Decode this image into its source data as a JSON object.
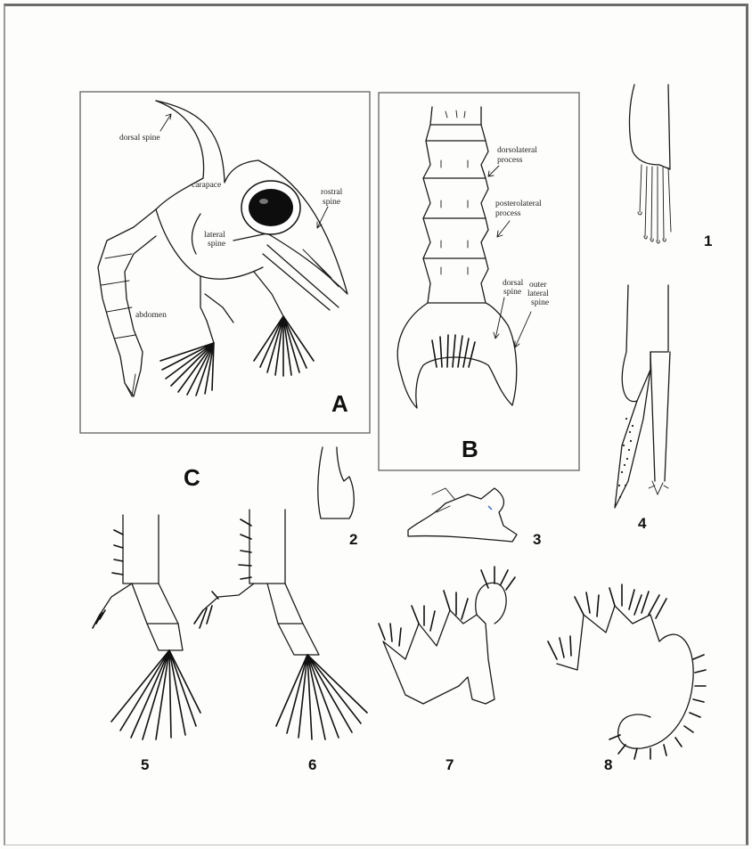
{
  "panels": {
    "A": {
      "letter": "A",
      "labels": {
        "dorsal_spine": "dorsal spine",
        "carapace": "carapace",
        "rostral_spine_1": "rostral",
        "rostral_spine_2": "spine",
        "lateral_spine_1": "lateral",
        "lateral_spine_2": "spine",
        "abdomen": "abdomen"
      }
    },
    "B": {
      "letter": "B",
      "labels": {
        "dorsolateral_1": "dorsolateral",
        "dorsolateral_2": "process",
        "posterolateral_1": "posterolateral",
        "posterolateral_2": "process",
        "dorsal_spine_1": "dorsal",
        "dorsal_spine_2": "spine",
        "outer_lateral_1": "outer",
        "outer_lateral_2": "lateral",
        "outer_lateral_3": "spine"
      }
    },
    "C": {
      "letter": "C"
    }
  },
  "figure_numbers": [
    "1",
    "2",
    "3",
    "4",
    "5",
    "6",
    "7",
    "8"
  ]
}
